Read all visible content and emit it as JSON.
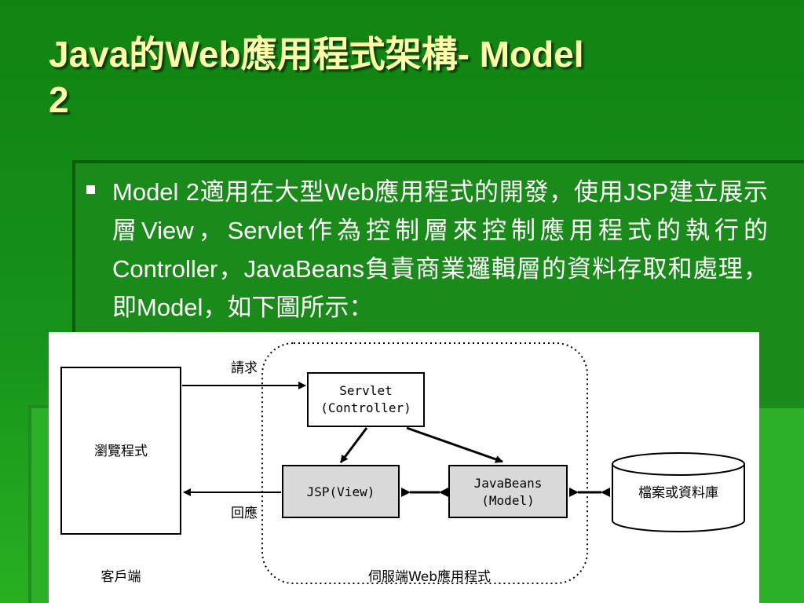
{
  "slide": {
    "title_line1": "Java的Web應用程式架構- Model",
    "title_line2": "2",
    "bullet": "Model 2適用在大型Web應用程式的開發，使用JSP建立展示層View，Servlet作為控制層來控制應用程式的執行的Controller，JavaBeans負責商業邏輯層的資料存取和處理，即Model，如下圖所示："
  },
  "diagram": {
    "browser": "瀏覽程式",
    "request": "請求",
    "response": "回應",
    "servlet_line1": "Servlet",
    "servlet_line2": "(Controller)",
    "jsp": "JSP(View)",
    "javabeans_line1": "JavaBeans",
    "javabeans_line2": "(Model)",
    "database": "檔案或資料庫",
    "client_label": "客戶端",
    "server_label": "伺服端Web應用程式"
  },
  "colors": {
    "title": "#ffffa8",
    "background": "#16921a",
    "box_fill": "#d9d9d9"
  }
}
